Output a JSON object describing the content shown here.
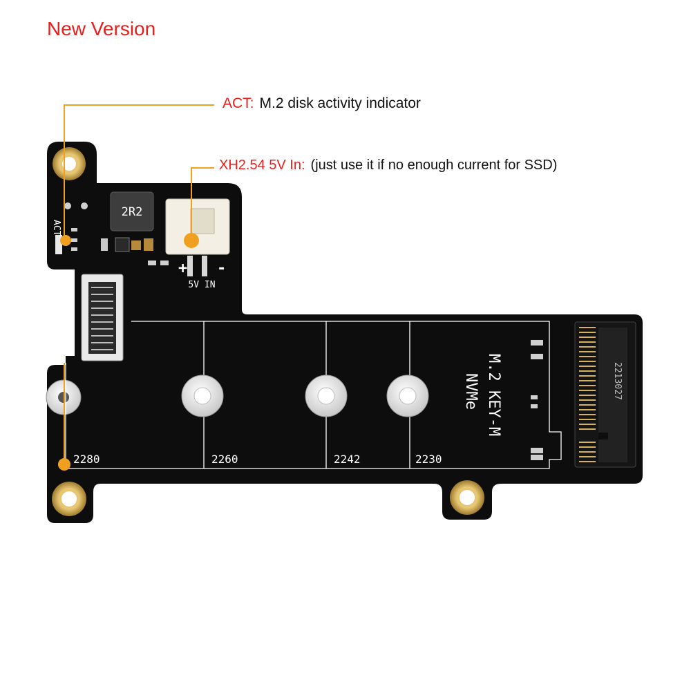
{
  "title": "New Version",
  "callouts": {
    "act": {
      "key": "ACT:",
      "desc": "M.2 disk activity indicator"
    },
    "xh": {
      "key": "XH2.54 5V In:",
      "desc": "(just use it if no enough current for SSD)"
    }
  },
  "silkscreen": {
    "act_label": "ACT",
    "inductor": "2R2",
    "plus": "+",
    "minus": "-",
    "power_in": "5V IN",
    "key_line1": "M.2 KEY-M",
    "key_line2": "NVMe",
    "slot_code": "2213027",
    "sizes": [
      "2280",
      "2260",
      "2242",
      "2230"
    ]
  },
  "colors": {
    "board": "#0d0d0d",
    "gold": "#c9a24a",
    "callout_line": "#f0a020",
    "callout_key": "#e8201c"
  }
}
